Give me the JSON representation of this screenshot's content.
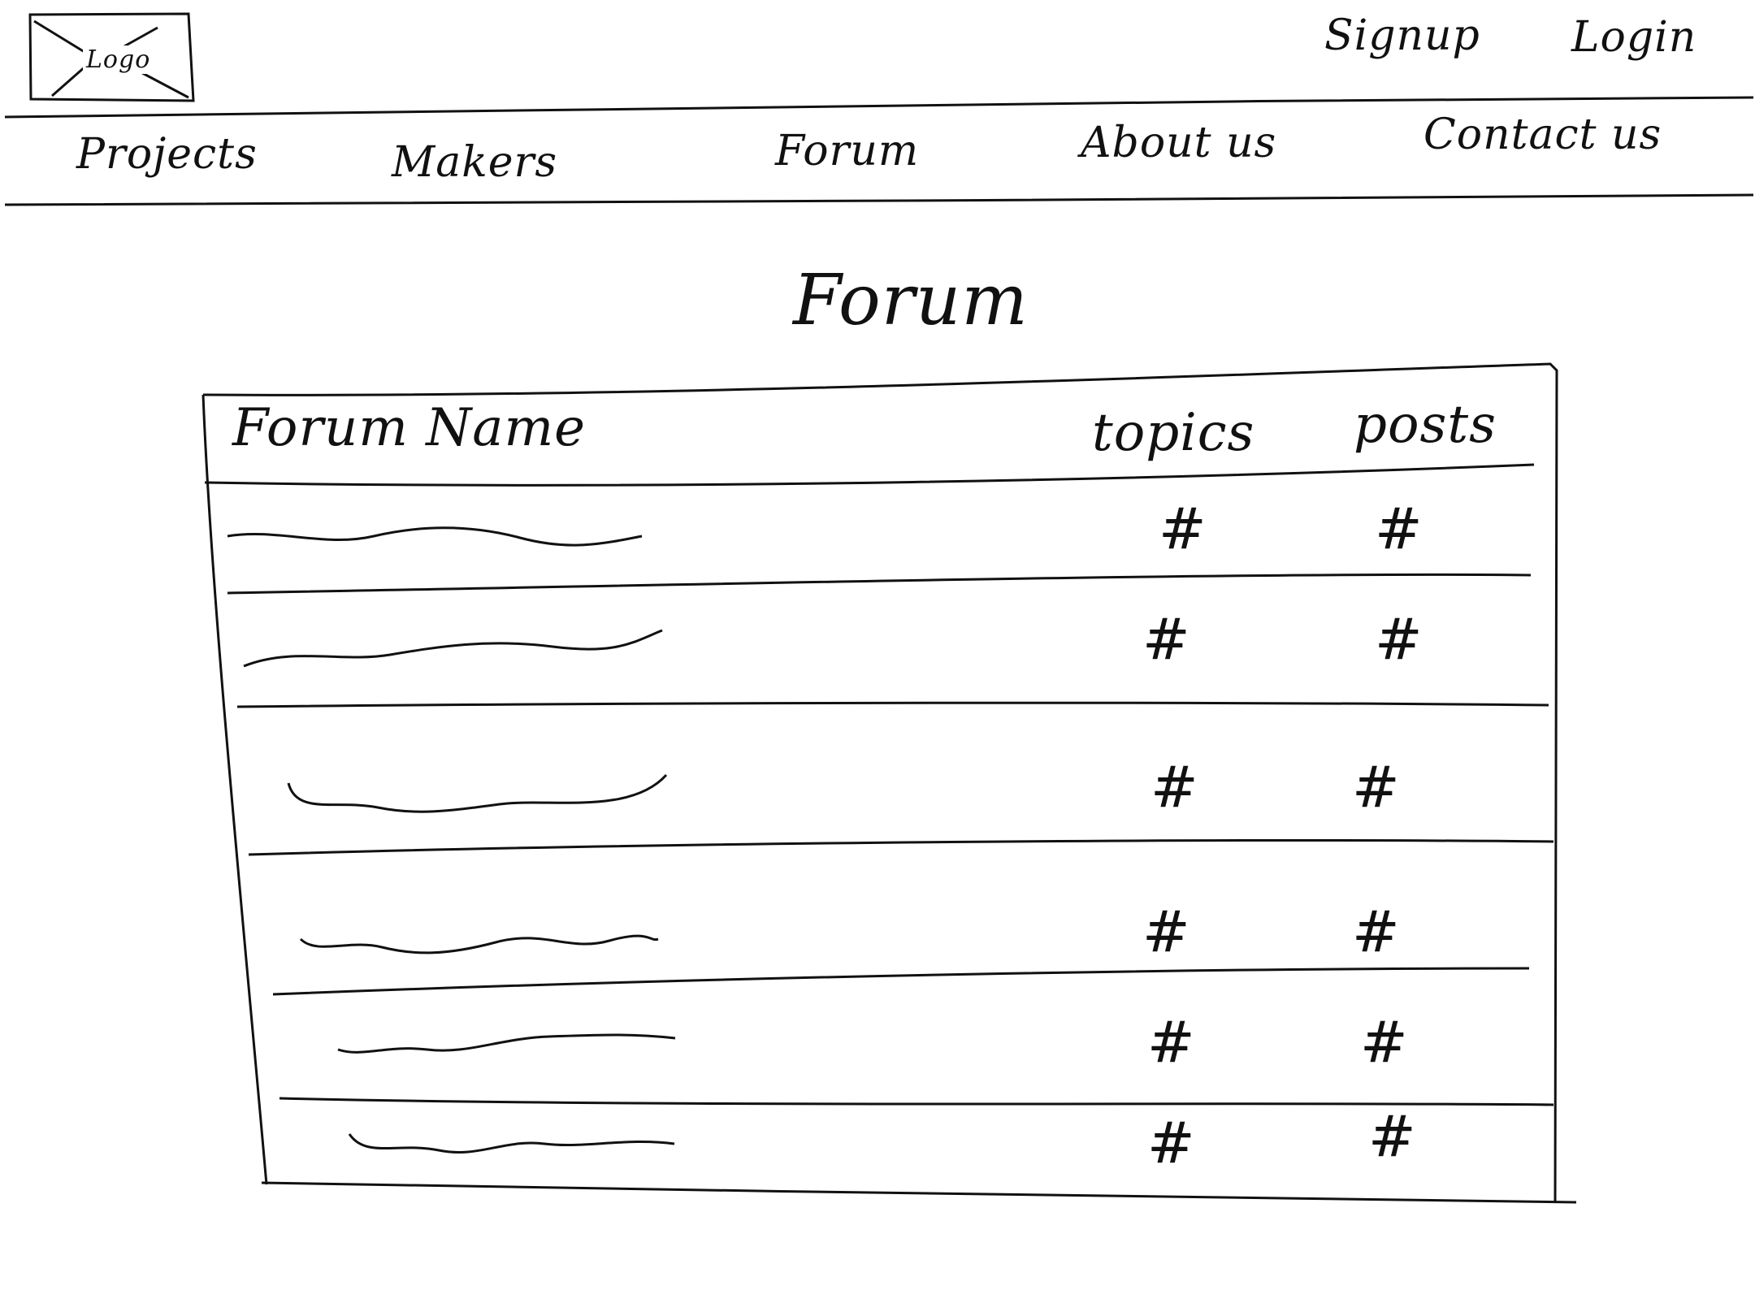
{
  "header": {
    "logo_text": "Logo",
    "signup_label": "Signup",
    "login_label": "Login"
  },
  "nav": {
    "items": [
      {
        "label": "Projects"
      },
      {
        "label": "Makers"
      },
      {
        "label": "Forum"
      },
      {
        "label": "About us"
      },
      {
        "label": "Contact us"
      }
    ]
  },
  "main": {
    "title": "Forum",
    "table": {
      "columns": [
        "Forum Name",
        "topics",
        "posts"
      ],
      "rows": [
        {
          "topics": "#",
          "posts": "#"
        },
        {
          "topics": "#",
          "posts": "#"
        },
        {
          "topics": "#",
          "posts": "#"
        },
        {
          "topics": "#",
          "posts": "#"
        },
        {
          "topics": "#",
          "posts": "#"
        },
        {
          "topics": "#",
          "posts": "#"
        }
      ]
    }
  }
}
